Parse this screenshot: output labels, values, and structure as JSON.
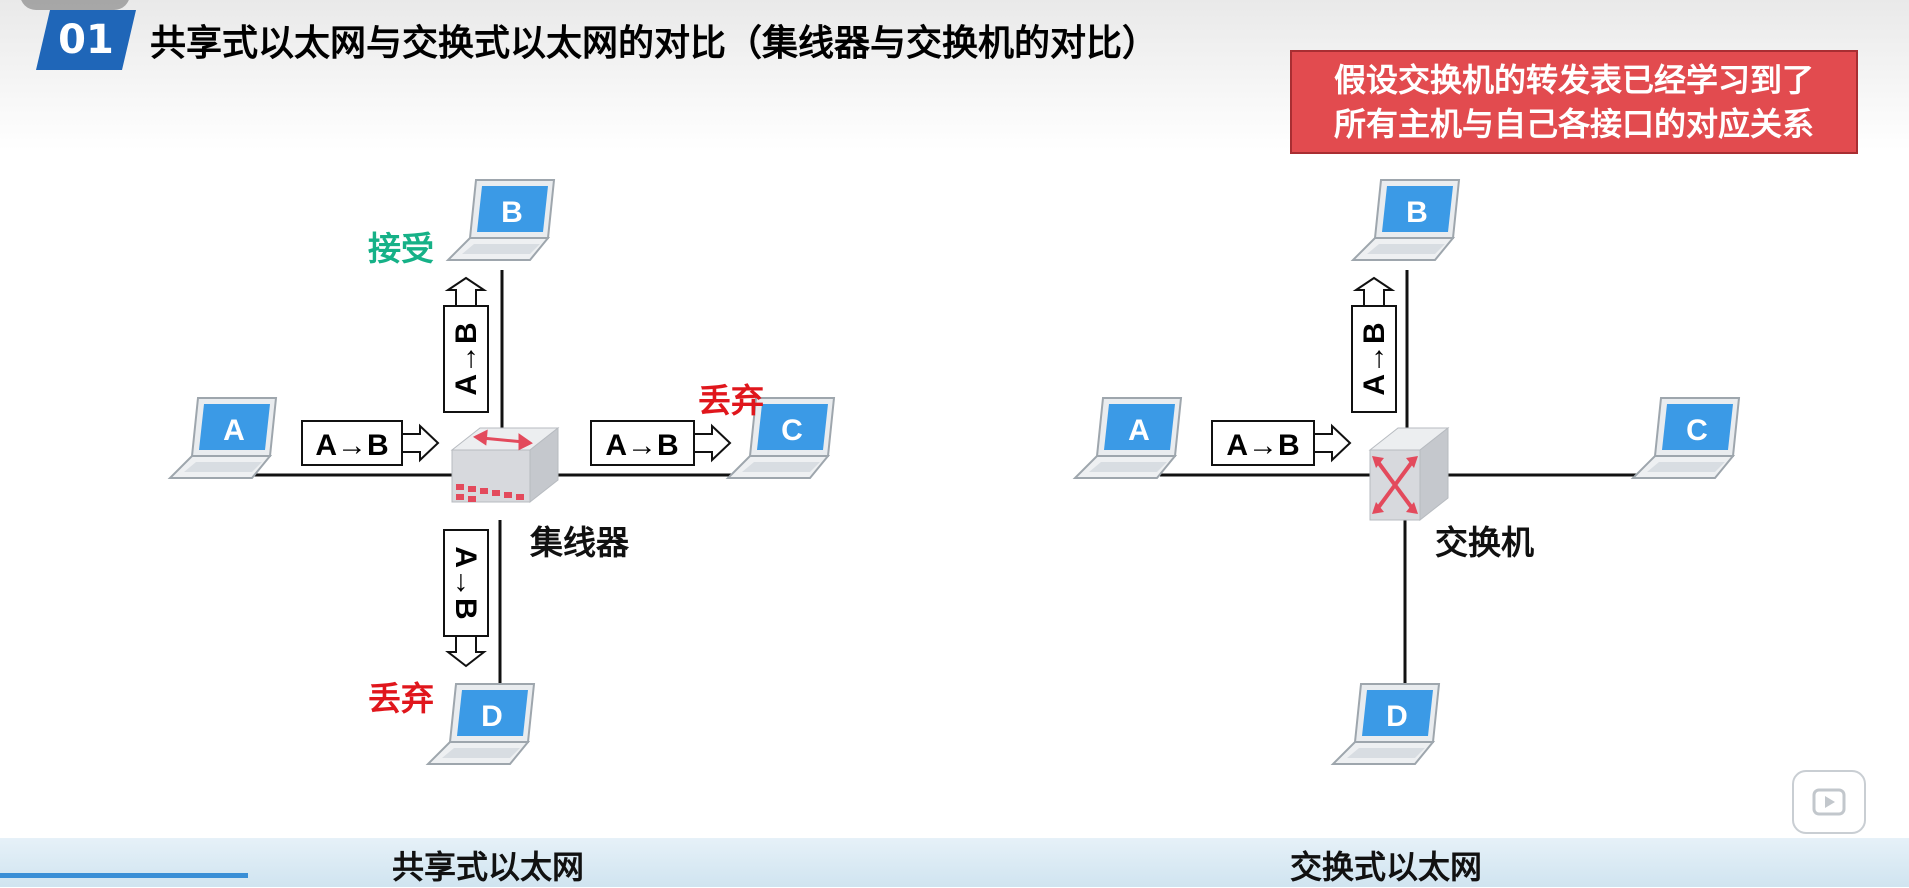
{
  "header": {
    "section_number": "01",
    "title": "共享式以太网与交换式以太网的对比（集线器与交换机的对比）"
  },
  "note": {
    "line1": "假设交换机的转发表已经学习到了",
    "line2": "所有主机与自己各接口的对应关系",
    "bg_color": "#e24b4f"
  },
  "hub_diagram": {
    "hosts": {
      "a": "A",
      "b": "B",
      "c": "C",
      "d": "D"
    },
    "device_label": "集线器",
    "frame_label": "A→B",
    "status_b": "接受",
    "status_c": "丢弃",
    "status_d": "丢弃",
    "caption": "共享式以太网"
  },
  "switch_diagram": {
    "hosts": {
      "a": "A",
      "b": "B",
      "c": "C",
      "d": "D"
    },
    "device_label": "交换机",
    "frame_label": "A→B",
    "caption": "交换式以太网"
  },
  "colors": {
    "accept": "#16b187",
    "discard": "#e0161c",
    "badge": "#1f66b8",
    "laptop_screen": "#3b9ae6"
  },
  "player": {
    "play_icon": "play-icon",
    "progress_fraction": 0.13
  }
}
